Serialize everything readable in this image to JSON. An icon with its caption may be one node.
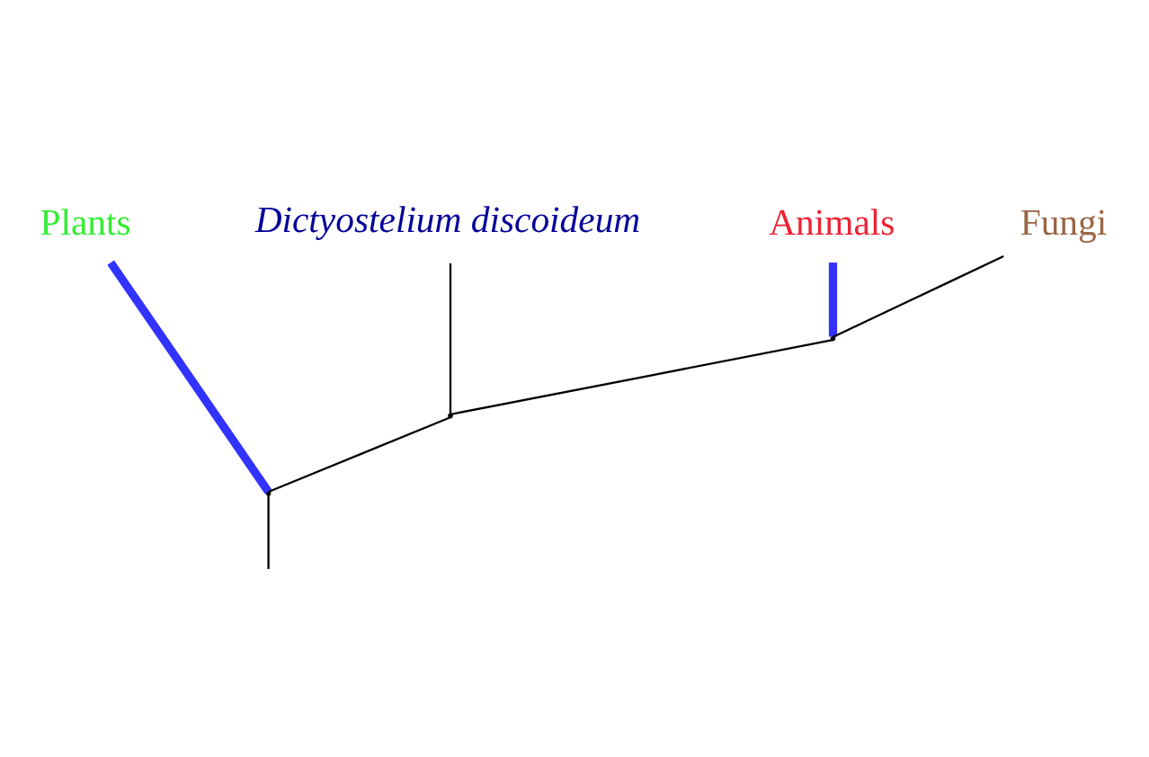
{
  "diagram": {
    "nodes": [
      {
        "text": [
          "Plants"
        ]
      },
      {
        "text": [
          "Dictyostelium discoideum"
        ]
      },
      {
        "text": [
          "Animals"
        ]
      },
      {
        "text": [
          "Fungi"
        ]
      },
      {
        "text": [],
        "shape": "point"
      },
      {
        "text": [],
        "shape": "point"
      },
      {
        "text": [],
        "shape": "point"
      }
    ],
    "edges": [
      {
        "from": null,
        "to": 4,
        "arrow": "none"
      },
      {
        "from": 4,
        "to": 0,
        "arrow": "none",
        "style": "thick",
        "color": "#3333ff"
      },
      {
        "from": 4,
        "to": 5,
        "arrow": "none"
      },
      {
        "from": 5,
        "to": 1,
        "arrow": "none"
      },
      {
        "from": 5,
        "to": 6,
        "arrow": "none"
      },
      {
        "from": 6,
        "to": 2,
        "arrow": "none",
        "style": "thick",
        "color": "#3333ff"
      },
      {
        "from": 6,
        "to": 3,
        "arrow": "none"
      }
    ]
  }
}
